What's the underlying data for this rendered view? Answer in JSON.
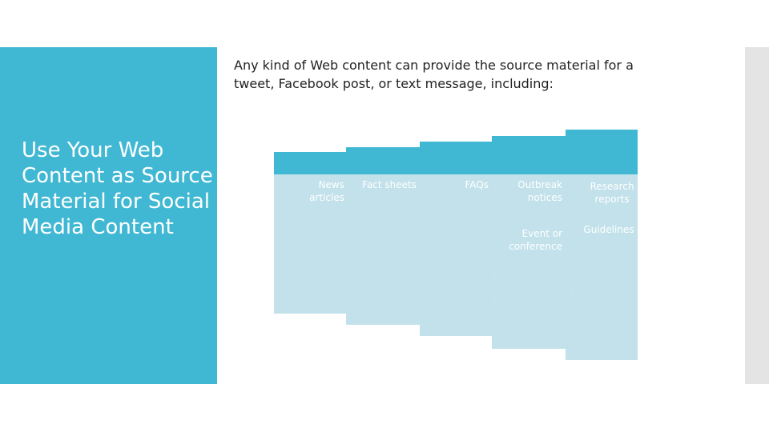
{
  "slide": {
    "title": "Use Your Web Content as Source Material for Social Media Content",
    "intro": "Any kind of Web content can provide the source material for a tweet, Facebook post, or text message, including:"
  },
  "columns": [
    {
      "label": "News articles"
    },
    {
      "label": "Fact sheets"
    },
    {
      "label": "FAQs"
    },
    {
      "label": "Outbreak notices",
      "label2": "Event or conference"
    },
    {
      "label": "Research reports",
      "label2": "Guidelines"
    }
  ],
  "colors": {
    "accent": "#41b8d3",
    "panel_light": "#c2e1ea",
    "side_bar": "#e4e4e4"
  }
}
